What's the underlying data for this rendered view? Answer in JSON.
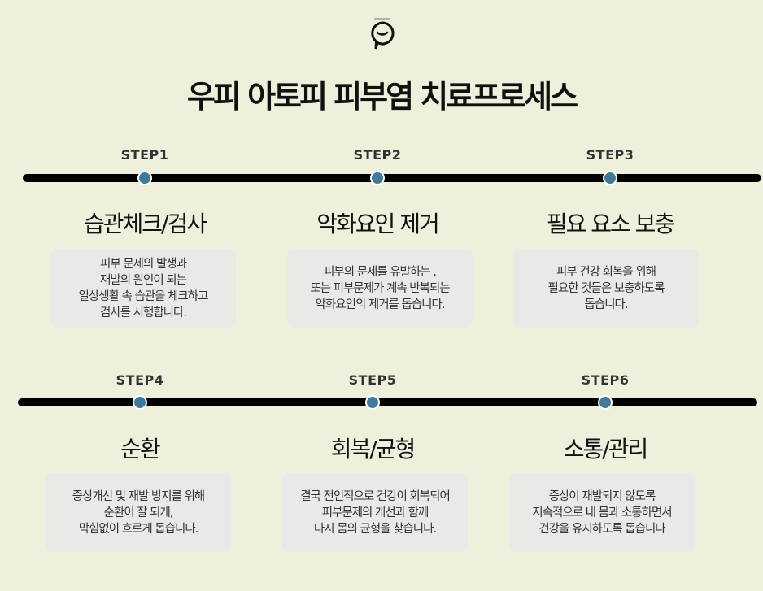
{
  "title": "우피 아토피 피부염 치료프로세스",
  "colors": {
    "background": "#eef0dc",
    "dot": "#3f7a9a",
    "line": "#000000",
    "box": "#e9e9e7"
  },
  "logo_icon": "smile-speech-bubble-icon",
  "steps": [
    {
      "label": "STEP1",
      "title": "습관체크/검사",
      "desc": "피부 문제의 발생과\n재발의 원인이 되는\n일상생활 속 습관을 체크하고\n검사를 시행합니다."
    },
    {
      "label": "STEP2",
      "title": "악화요인 제거",
      "desc": "피부의 문제를 유발하는 ,\n또는 피부문제가 계속 반복되는\n악화요인의 제거를  돕습니다."
    },
    {
      "label": "STEP3",
      "title": "필요 요소 보충",
      "desc": "피부 건강 회복을 위해\n필요한 것들은 보충하도록\n돕습니다."
    },
    {
      "label": "STEP4",
      "title": "순환",
      "desc": "증상개선 및 재발 방지를 위해\n순환이 잘 되게,\n막힘없이 흐르게 돕습니다."
    },
    {
      "label": "STEP5",
      "title": "회복/균형",
      "desc": "결국 전인적으로 건강이 회복되어\n피부문제의 개선과 함께\n다시 몸의 균형을 찾습니다."
    },
    {
      "label": "STEP6",
      "title": "소통/관리",
      "desc": "증상이 재발되지 않도록\n지속적으로 내 몸과 소통하면서\n건강을 유지하도록 돕습니다"
    }
  ]
}
